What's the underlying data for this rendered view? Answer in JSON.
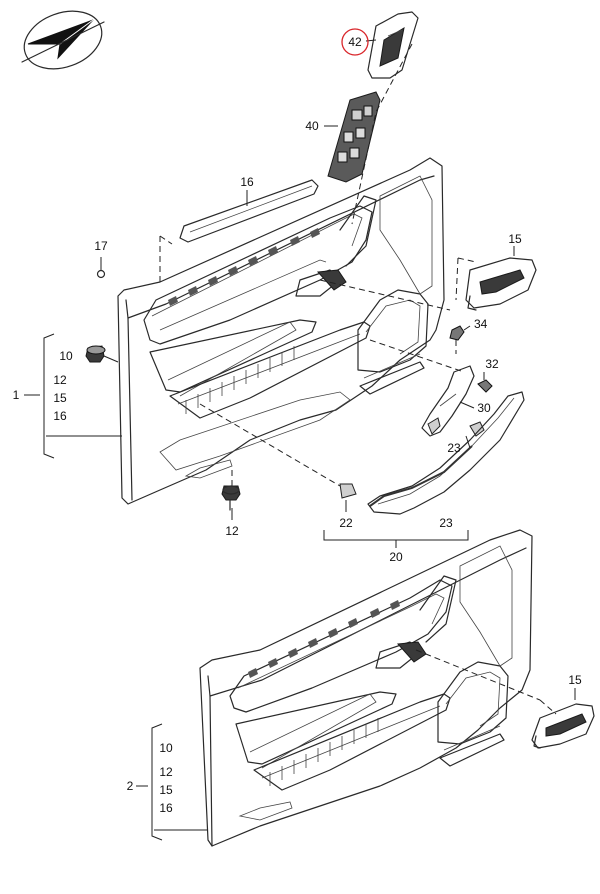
{
  "labels": {
    "p42": "42",
    "p40": "40",
    "p16": "16",
    "p17": "17",
    "p15a": "15",
    "p34": "34",
    "p10a": "10",
    "p12a": "12",
    "p15b": "15",
    "p16b": "16",
    "p1": "1",
    "p32": "32",
    "p30": "30",
    "p23a": "23",
    "p12b": "12",
    "p22": "22",
    "p23b": "23",
    "p20": "20",
    "p15c": "15",
    "p10b": "10",
    "p12c": "12",
    "p15d": "15",
    "p16c": "16",
    "p2": "2"
  },
  "highlight": {
    "part": "42",
    "color": "#d9262b"
  }
}
